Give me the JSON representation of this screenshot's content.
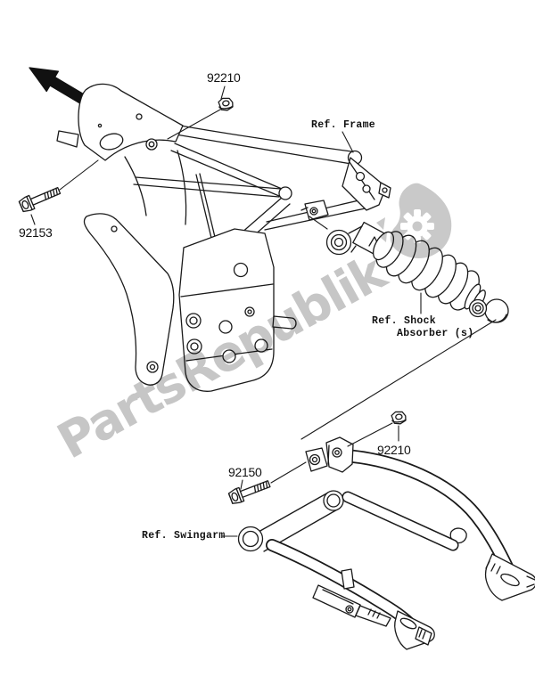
{
  "diagram": {
    "watermark": {
      "text": "PartsRepublik",
      "logo": "gear-splash-logo",
      "color": "#c6c6c6"
    },
    "colors": {
      "line": "#1a1a1a",
      "background": "#ffffff",
      "arrow": "#111111"
    },
    "callouts": {
      "part_92210_top": "92210",
      "ref_frame": "Ref. Frame",
      "part_92153": "92153",
      "ref_shock_line1": "Ref. Shock",
      "ref_shock_line2": "Absorber (s)",
      "part_92210_mid": "92210",
      "part_92150": "92150",
      "ref_swingarm": "Ref. Swingarm"
    }
  }
}
